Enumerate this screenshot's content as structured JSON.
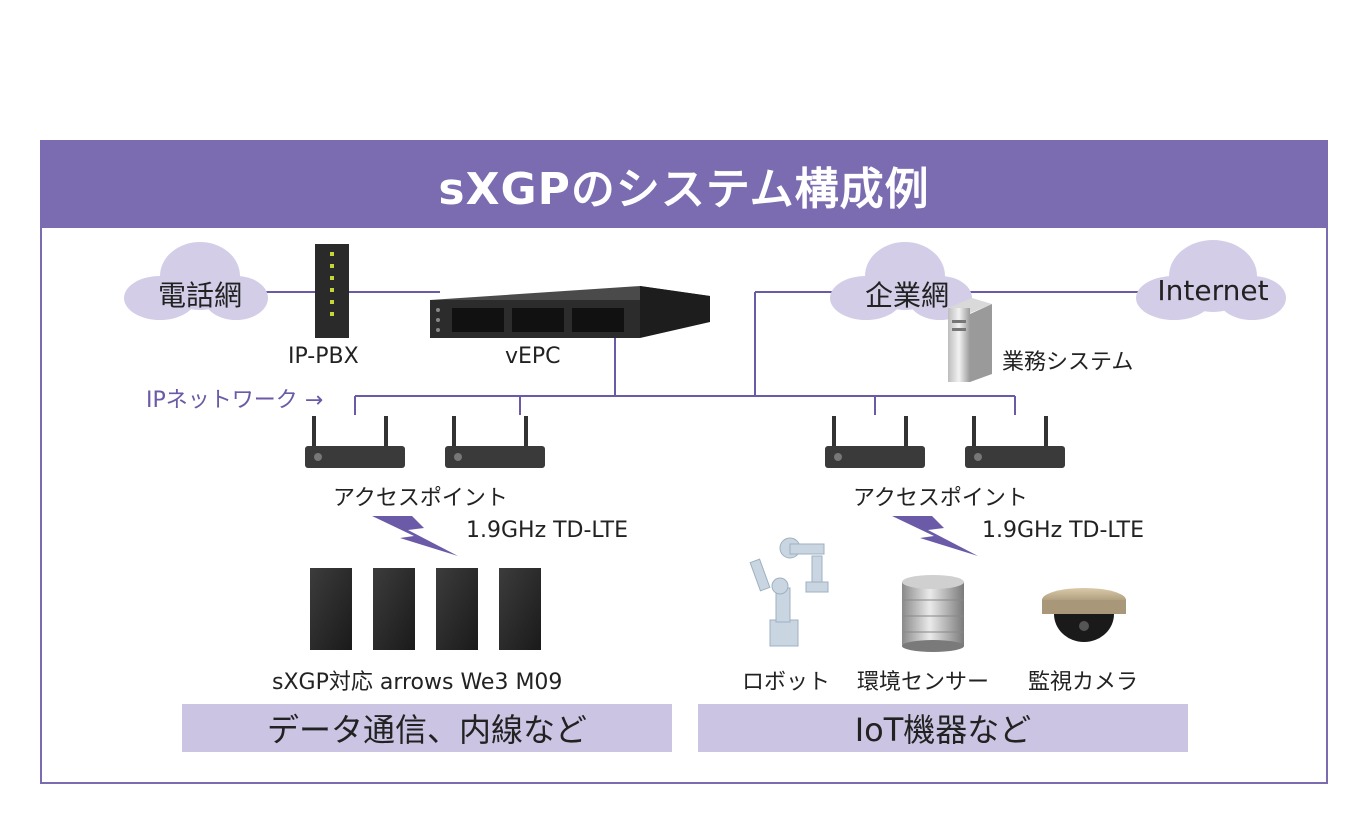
{
  "title": "sXGPのシステム構成例",
  "clouds": {
    "telephone": "電話網",
    "enterprise": "企業網",
    "internet": "Internet"
  },
  "devices": {
    "ippbx": "IP-PBX",
    "vepc": "vEPC",
    "business_system": "業務システム"
  },
  "network_label": "IPネットワーク →",
  "left": {
    "ap_label": "アクセスポイント",
    "freq_label": "1.9GHz TD-LTE",
    "phones_label": "sXGP対応 arrows We3 M09",
    "category": "データ通信、内線など"
  },
  "right": {
    "ap_label": "アクセスポイント",
    "freq_label": "1.9GHz TD-LTE",
    "robot": "ロボット",
    "sensor": "環境センサー",
    "camera": "監視カメラ",
    "category": "IoT機器など"
  },
  "colors": {
    "accent": "#7b6bb0",
    "cloud": "#d3cde8",
    "category_box": "#cbc4e3",
    "line": "#6a5aa8"
  }
}
